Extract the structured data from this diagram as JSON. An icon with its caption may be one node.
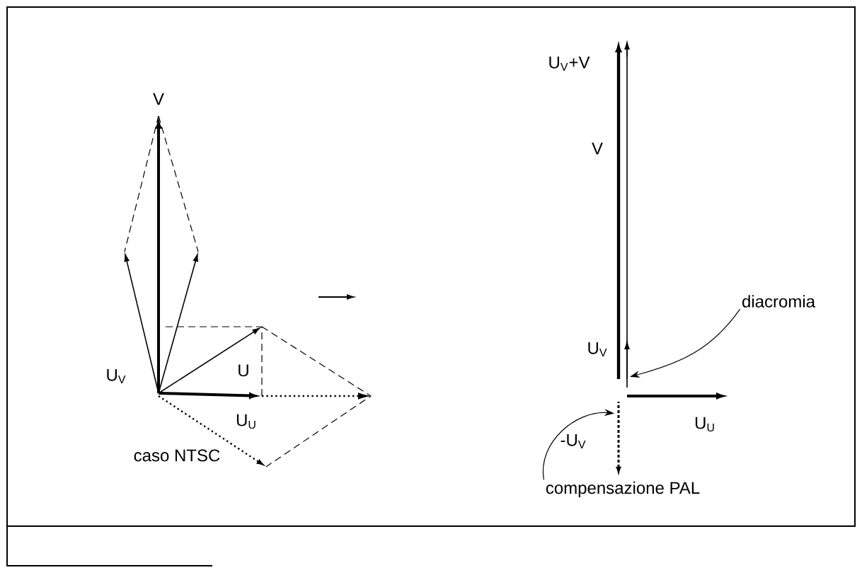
{
  "diagram": {
    "nodes": [
      {
        "text": [
          "diacromia"
        ]
      },
      {
        "text": [
          "compensazione PAL"
        ]
      },
      {
        "text": [],
        "shape": "line"
      },
      {
        "text": [],
        "shape": "line"
      }
    ],
    "edges": [
      {
        "from": 0,
        "to": 2,
        "arrow": "to"
      },
      {
        "from": 1,
        "to": 3,
        "arrow": "to"
      }
    ],
    "labels": [
      "V",
      "U$_{V}$",
      "U",
      "U$_{U}$",
      "caso NTSC",
      "U$_{V}$+V",
      "V",
      "U$_{V}$",
      "U$_{U}$",
      "-U$_{V}$"
    ]
  }
}
